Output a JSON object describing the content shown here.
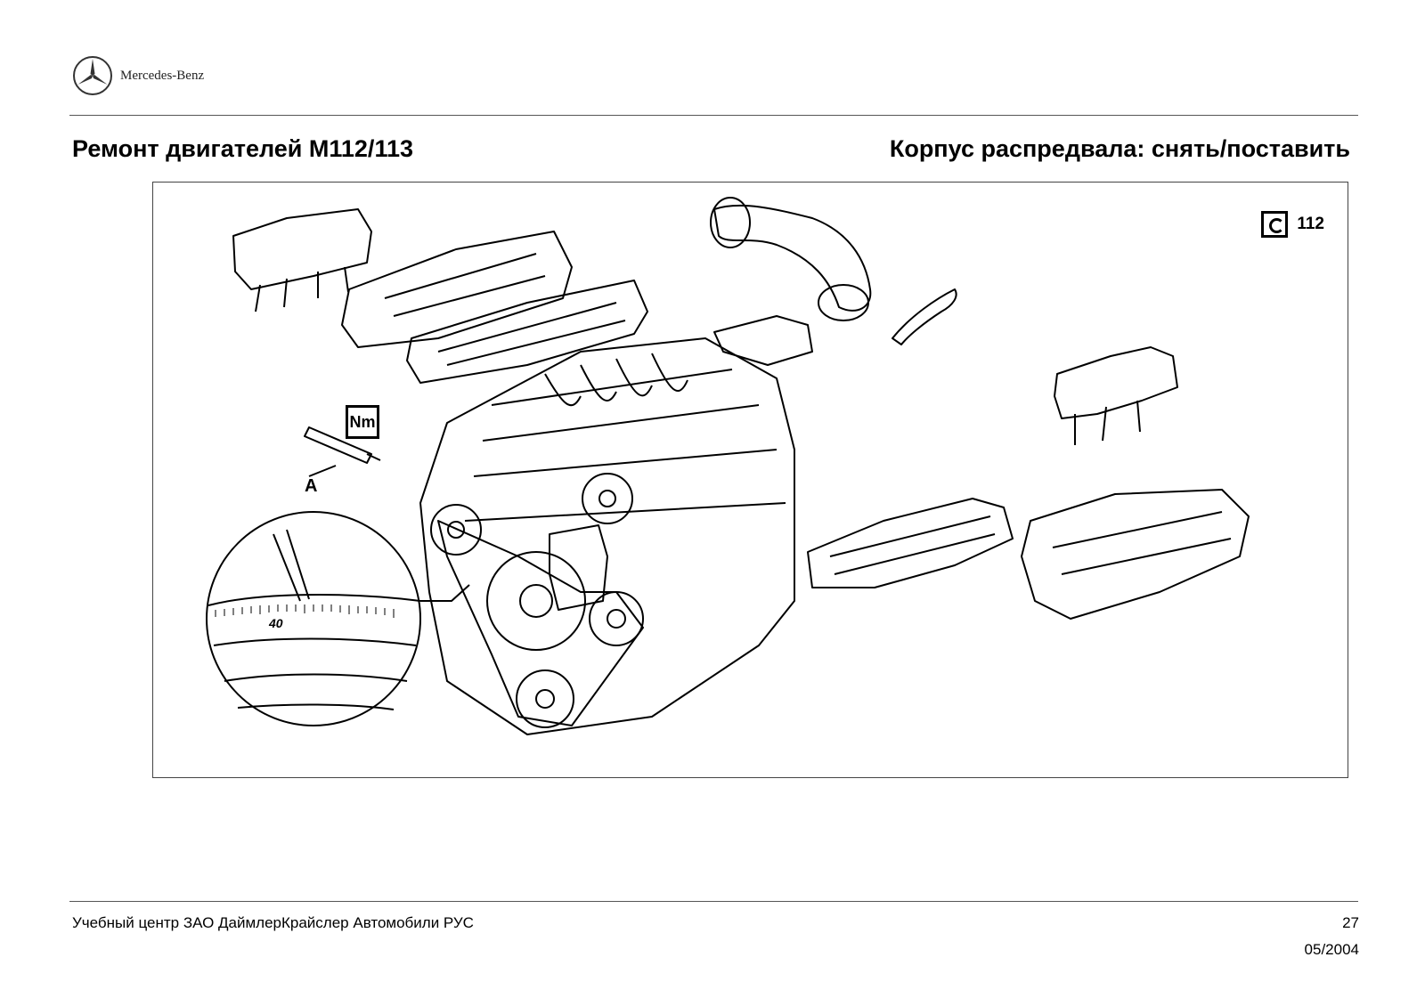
{
  "header": {
    "brand": "Mercedes-Benz",
    "title_left": "Ремонт двигателей М112/113",
    "title_right": "Корпус распредвала: снять/поставить"
  },
  "figure": {
    "torque_badge": "Nm",
    "engine_badge_number": "112",
    "dial_label": "40",
    "part_label": "A"
  },
  "footer": {
    "organization": "Учебный центр ЗАО ДаймлерКрайслер Автомобили РУС",
    "page_number": "27",
    "date": "05/2004"
  }
}
